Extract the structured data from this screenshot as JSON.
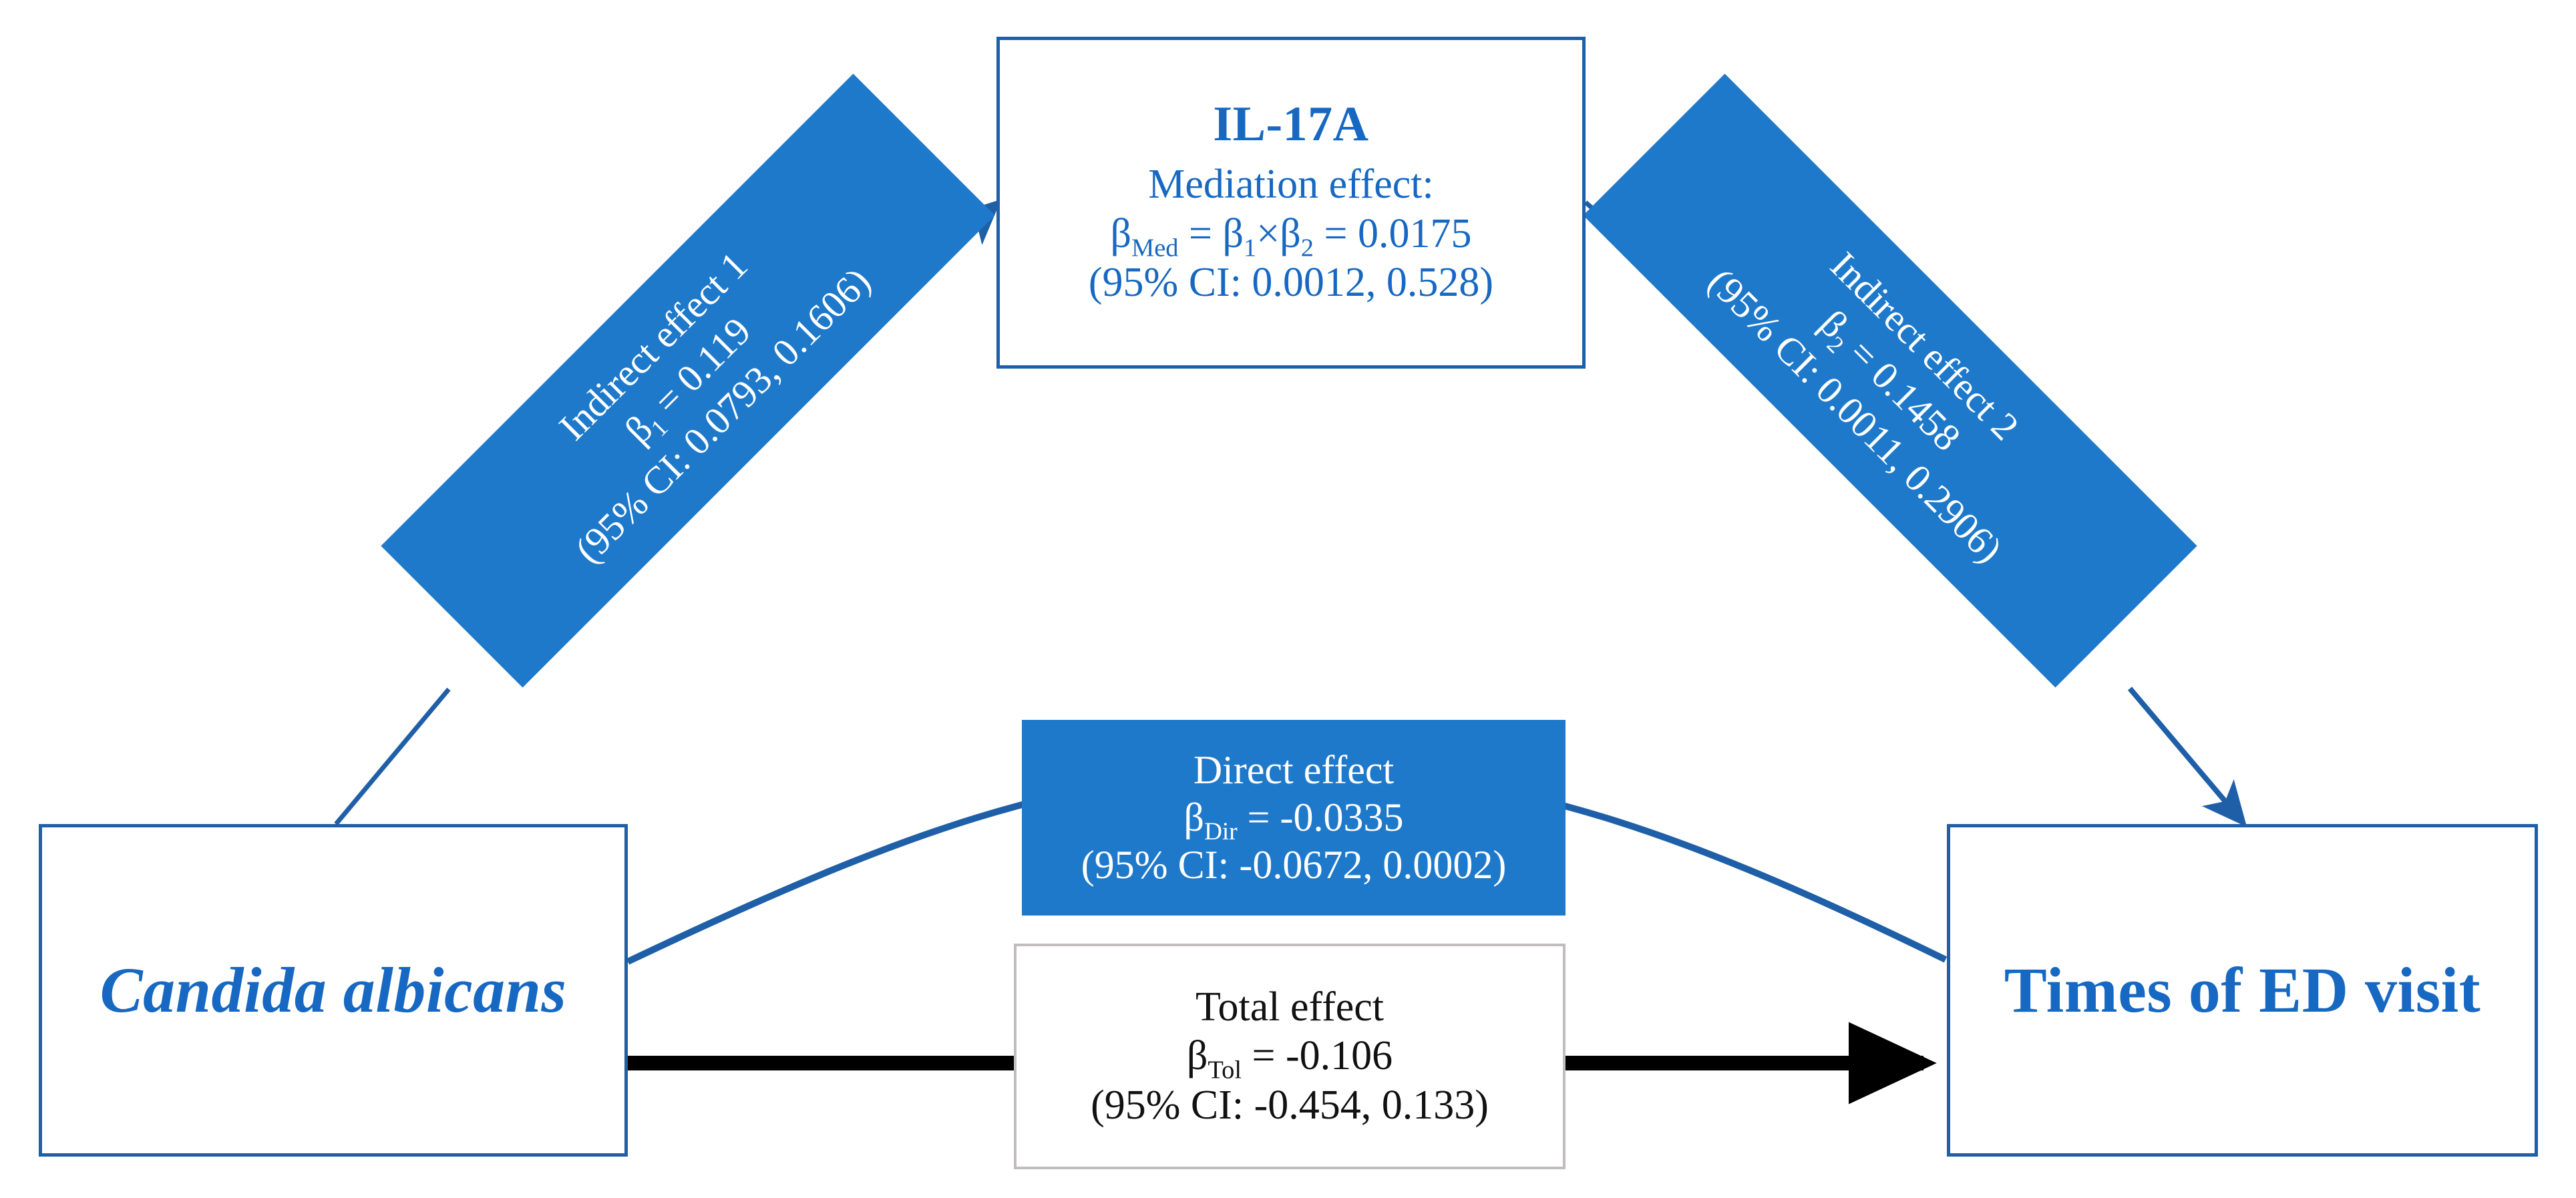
{
  "diagram": {
    "type": "mediation-analysis-path-diagram",
    "colors": {
      "accent_blue": "#1f79ca",
      "text_blue": "#1668c2",
      "border_blue": "#1f5fa8",
      "gray_border": "#c2bdbd",
      "black": "#000000",
      "white": "#ffffff"
    }
  },
  "nodes": {
    "exposure": {
      "label": "Candida albicans"
    },
    "outcome": {
      "label": "Times of ED visit"
    },
    "mediator": {
      "title": "IL-17A",
      "subtitle": "Mediation effect:",
      "coefficient_prefix": "β",
      "coefficient_sub": "Med",
      "formula": " = β",
      "formula_sub1": "1",
      "formula_mid": "×β",
      "formula_sub2": "2",
      "formula_tail": " = 0.0175",
      "ci": "(95% CI: 0.0012, 0.528)"
    },
    "direct_effect": {
      "title": "Direct effect",
      "coefficient_prefix": "β",
      "coefficient_sub": "Dir",
      "coefficient_value": " = -0.0335",
      "ci": "(95% CI: -0.0672, 0.0002)"
    },
    "total_effect": {
      "title": "Total effect",
      "coefficient_prefix": "β",
      "coefficient_sub": "Tol",
      "coefficient_value": " = -0.106",
      "ci": "(95% CI: -0.454, 0.133)"
    },
    "indirect_effect_1": {
      "title": "Indirect effect 1",
      "coefficient_prefix": "β",
      "coefficient_sub": "1",
      "coefficient_value": " = 0.119",
      "ci": "(95% CI: 0.0793,  0.1606)"
    },
    "indirect_effect_2": {
      "title": "Indirect effect 2",
      "coefficient_prefix": "β",
      "coefficient_sub": "2",
      "coefficient_value": " = 0.1458",
      "ci": "(95% CI: 0.0011, 0.2906)"
    }
  },
  "chart_data": {
    "type": "diagram",
    "title": "Mediation of the Candida albicans → Times of ED visit association by IL-17A",
    "paths": [
      {
        "name": "indirect_effect_1",
        "from": "Candida albicans",
        "to": "IL-17A",
        "beta_label": "β1",
        "beta": 0.119,
        "ci_low": 0.0793,
        "ci_high": 0.1606,
        "ci_level": "95%"
      },
      {
        "name": "indirect_effect_2",
        "from": "IL-17A",
        "to": "Times of ED visit",
        "beta_label": "β2",
        "beta": 0.1458,
        "ci_low": 0.0011,
        "ci_high": 0.2906,
        "ci_level": "95%"
      },
      {
        "name": "mediation_effect",
        "from": "Candida albicans",
        "to": "Times of ED visit",
        "via": "IL-17A",
        "beta_label": "βMed",
        "beta": 0.0175,
        "ci_low": 0.0012,
        "ci_high": 0.528,
        "ci_level": "95%",
        "formula": "βMed = β1×β2"
      },
      {
        "name": "direct_effect",
        "from": "Candida albicans",
        "to": "Times of ED visit",
        "beta_label": "βDir",
        "beta": -0.0335,
        "ci_low": -0.0672,
        "ci_high": 0.0002,
        "ci_level": "95%"
      },
      {
        "name": "total_effect",
        "from": "Candida albicans",
        "to": "Times of ED visit",
        "beta_label": "βTol",
        "beta": -0.106,
        "ci_low": -0.454,
        "ci_high": 0.133,
        "ci_level": "95%"
      }
    ]
  }
}
